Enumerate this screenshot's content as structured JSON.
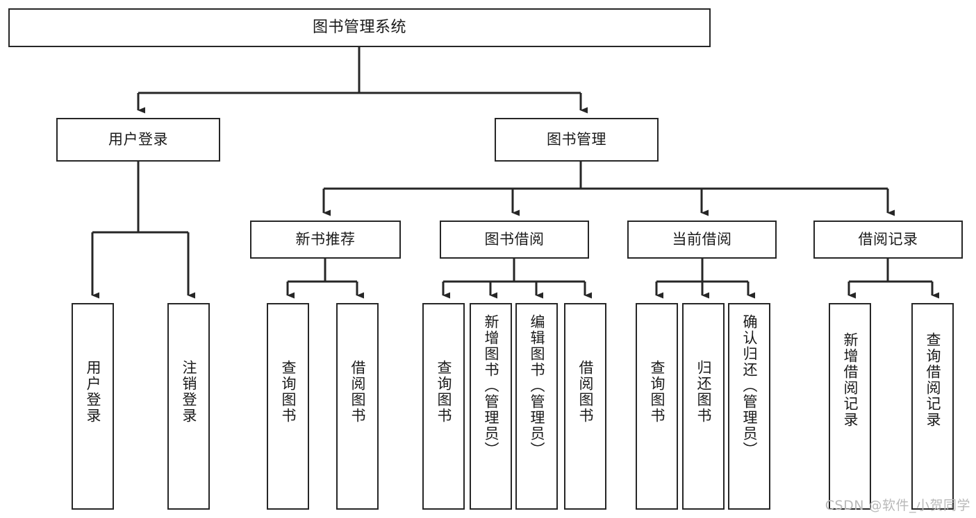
{
  "diagram": {
    "type": "tree-hierarchy",
    "title": "图书管理系统",
    "background_color": "#ffffff",
    "line_color": "#262626",
    "text_color": "#1a1a1a",
    "root": {
      "label": "图书管理系统"
    },
    "level1": [
      {
        "label": "用户登录"
      },
      {
        "label": "图书管理"
      }
    ],
    "level2": [
      {
        "label": "新书推荐"
      },
      {
        "label": "图书借阅"
      },
      {
        "label": "当前借阅"
      },
      {
        "label": "借阅记录"
      }
    ],
    "leaves": {
      "user_login": [
        {
          "label": "用户登录"
        },
        {
          "label": "注销登录"
        }
      ],
      "new_book_recommend": [
        {
          "label": "查询图书"
        },
        {
          "label": "借阅图书"
        }
      ],
      "book_borrow": [
        {
          "label": "查询图书"
        },
        {
          "label": "新增图书（管理员）"
        },
        {
          "label": "编辑图书（管理员）"
        },
        {
          "label": "借阅图书"
        }
      ],
      "current_borrow": [
        {
          "label": "查询图书"
        },
        {
          "label": "归还图书"
        },
        {
          "label": "确认归还（管理员）"
        }
      ],
      "borrow_record": [
        {
          "label": "新增借阅记录"
        },
        {
          "label": "查询借阅记录"
        }
      ]
    }
  },
  "watermark": {
    "text": "CSDN @软件_小贺同学"
  }
}
